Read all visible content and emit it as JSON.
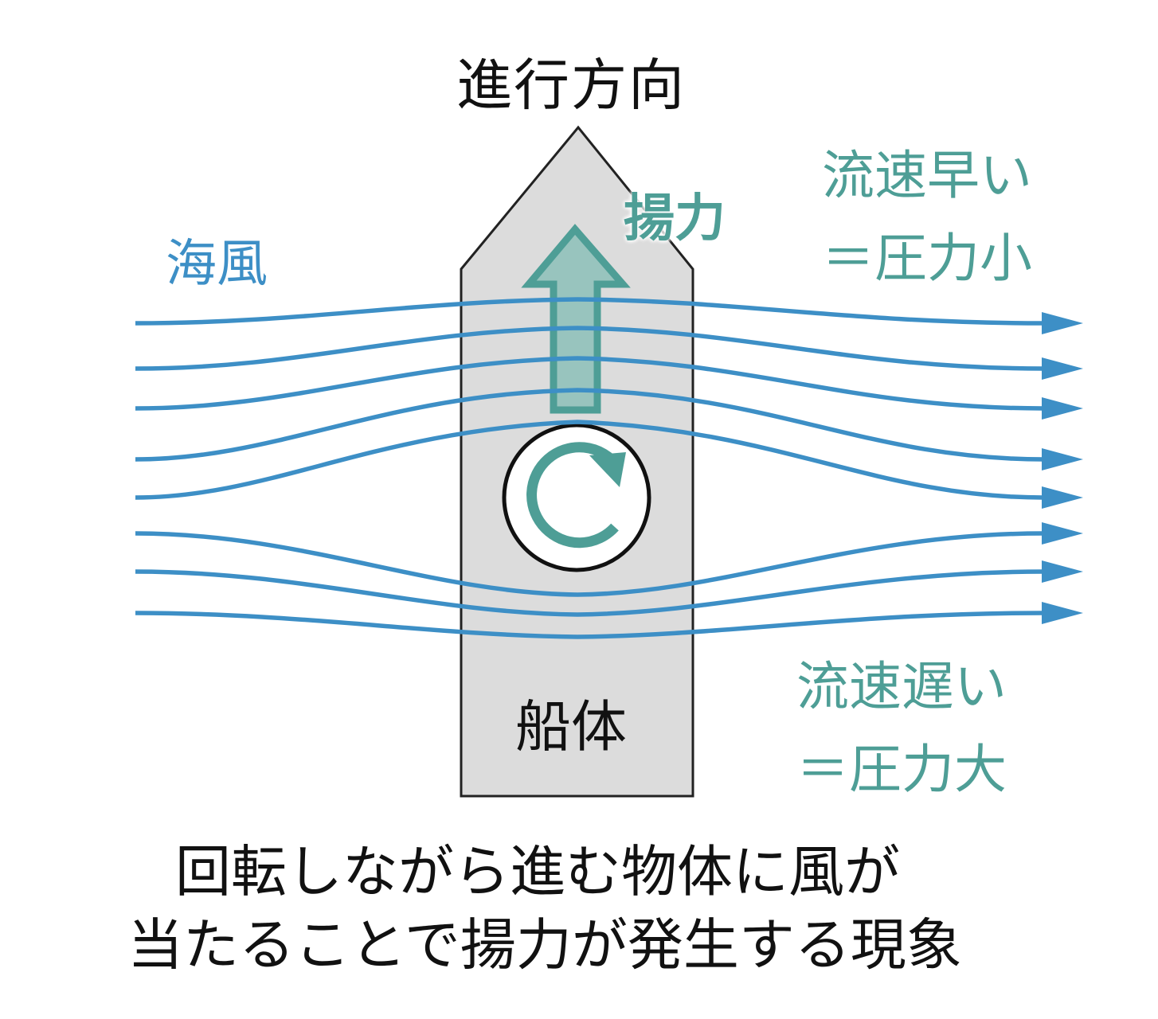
{
  "labels": {
    "direction": "進行方向",
    "sea_wind": "海風",
    "lift": "揚力",
    "fast_flow_line1": "流速早い",
    "fast_flow_line2": "＝圧力小",
    "slow_flow_line1": "流速遅い",
    "slow_flow_line2": "＝圧力大",
    "hull": "船体"
  },
  "caption": {
    "line1": "回転しながら進む物体に風が",
    "line2": "当たることで揚力が発生する現象"
  },
  "colors": {
    "wind": "#3d8fc6",
    "teal": "#4e9e96",
    "hull_fill": "#dcdcdc",
    "hull_stroke": "#222222",
    "text": "#111111"
  },
  "icons": {
    "lift_arrow": "up-arrow-icon",
    "rotation": "clockwise-rotation-icon"
  }
}
